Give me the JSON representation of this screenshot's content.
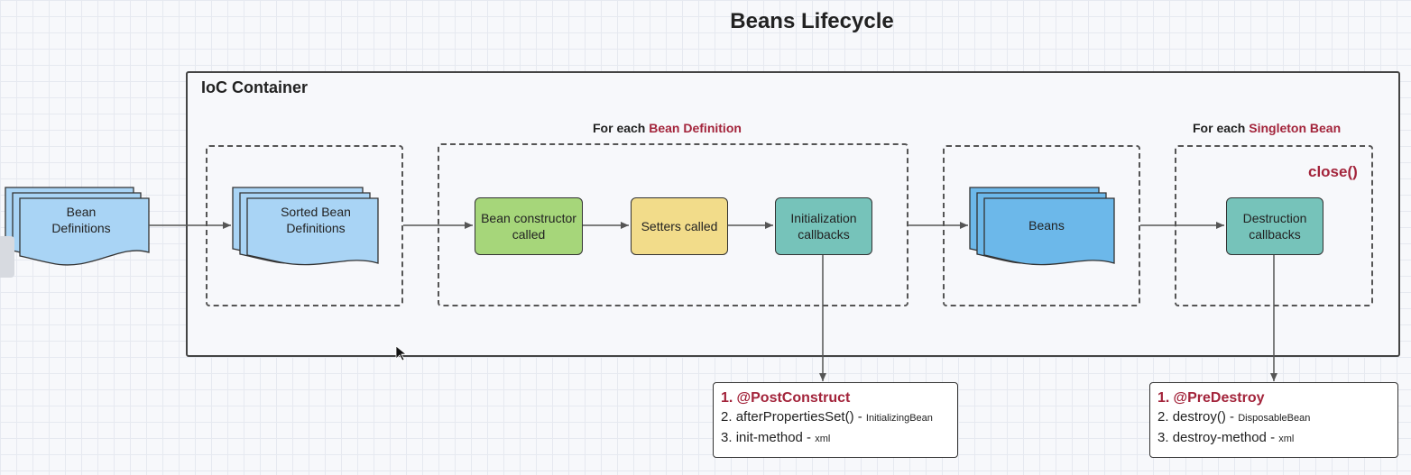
{
  "title": "Beans Lifecycle",
  "container": {
    "label": "IoC Container"
  },
  "groups": {
    "bean_definition": {
      "prefix": "For each ",
      "highlight": "Bean Definition"
    },
    "singleton_bean": {
      "prefix": "For each ",
      "highlight": "Singleton Bean"
    },
    "close_label": "close()"
  },
  "nodes": {
    "bean_definitions": "Bean Definitions",
    "sorted_bean_definitions": "Sorted Bean Definitions",
    "bean_constructor": "Bean constructor called",
    "setters": "Setters called",
    "init_callbacks": "Initialization callbacks",
    "beans": "Beans",
    "destruction_callbacks": "Destruction callbacks"
  },
  "init_note": {
    "item1": {
      "num": "1.",
      "text": "@PostConstruct"
    },
    "item2": {
      "num": "2.",
      "text": "afterPropertiesSet()",
      "sep": " - ",
      "detail": "InitializingBean"
    },
    "item3": {
      "num": "3.",
      "text": "init-method",
      "sep": " - ",
      "detail": "xml"
    }
  },
  "destroy_note": {
    "item1": {
      "num": "1.",
      "text": "@PreDestroy"
    },
    "item2": {
      "num": "2.",
      "text": "destroy()",
      "sep": " - ",
      "detail": "DisposableBean"
    },
    "item3": {
      "num": "3.",
      "text": "destroy-method",
      "sep": " - ",
      "detail": "xml"
    }
  },
  "colors": {
    "doc_fill": "#a9d4f5",
    "beans_fill": "#6cb8ea",
    "constructor_fill": "#a6d67a",
    "setters_fill": "#f2dc8a",
    "callback_fill": "#76c3ba",
    "highlight_red": "#a3243b"
  }
}
